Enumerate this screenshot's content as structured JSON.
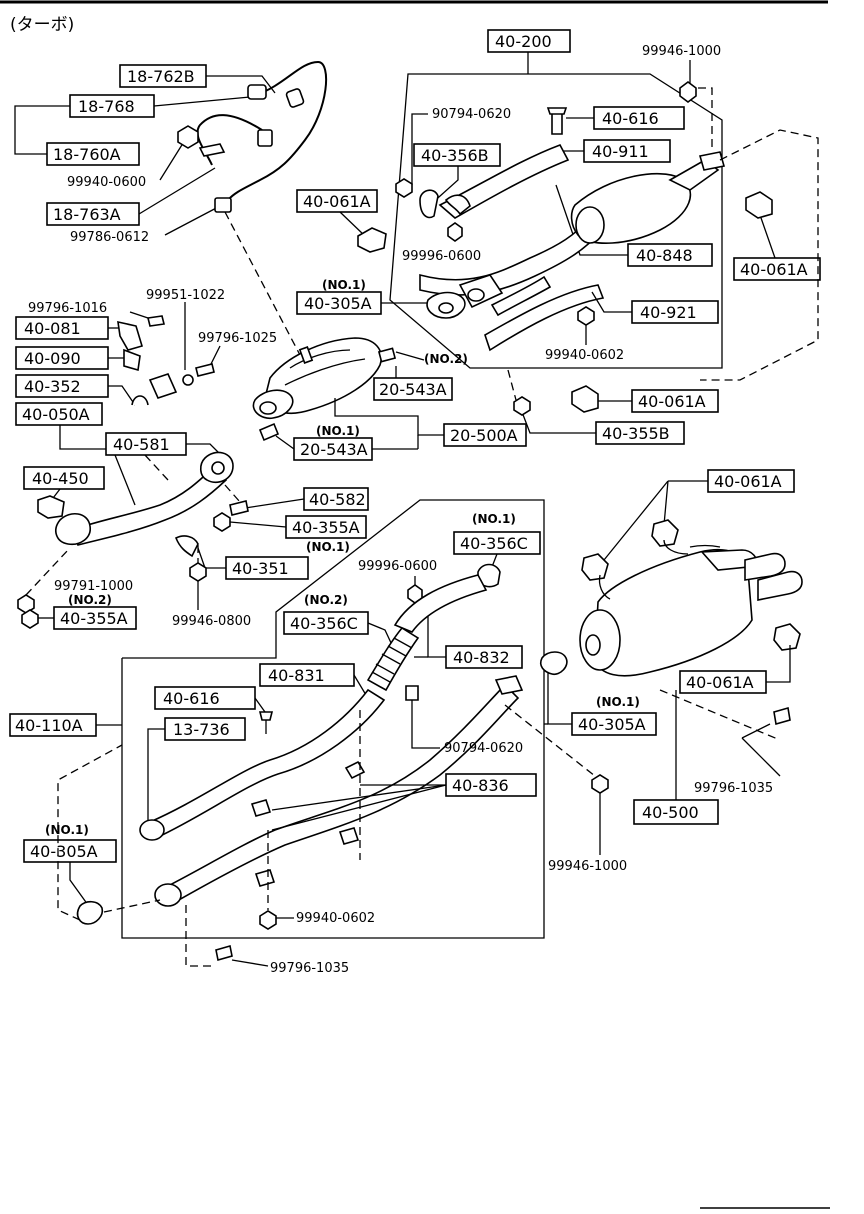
{
  "title": "(ターボ)",
  "labels": {
    "l_18_762B": "18-762B",
    "l_18_768": "18-768",
    "l_18_760A": "18-760A",
    "l_99940_0600": "99940-0600",
    "l_18_763A": "18-763A",
    "l_99786_0612": "99786-0612",
    "l_40_200": "40-200",
    "l_99946_1000_top": "99946-1000",
    "l_90794_0620_top": "90794-0620",
    "l_40_616_top": "40-616",
    "l_40_356B": "40-356B",
    "l_40_911": "40-911",
    "l_40_061A_1": "40-061A",
    "l_99996_0600_top": "99996-0600",
    "l_40_848": "40-848",
    "l_40_061A_2": "40-061A",
    "l_no1_a": "(NO.1)",
    "l_40_305A_1": "40-305A",
    "l_40_921": "40-921",
    "l_99796_1016": "99796-1016",
    "l_99951_1022": "99951-1022",
    "l_40_081": "40-081",
    "l_99796_1025": "99796-1025",
    "l_40_090": "40-090",
    "l_no2_a": "(NO.2)",
    "l_99940_0602_top": "99940-0602",
    "l_40_352": "40-352",
    "l_20_543A_1": "20-543A",
    "l_40_050A": "40-050A",
    "l_40_061A_3": "40-061A",
    "l_40_355B": "40-355B",
    "l_no1_b": "(NO.1)",
    "l_20_500A": "20-500A",
    "l_40_581": "40-581",
    "l_20_543A_2": "20-543A",
    "l_40_061A_4": "40-061A",
    "l_40_450": "40-450",
    "l_40_582": "40-582",
    "l_no1_c": "(NO.1)",
    "l_40_355A_1": "40-355A",
    "l_40_356C_1": "40-356C",
    "l_no1_d": "(NO.1)",
    "l_40_351": "40-351",
    "l_99996_0600_mid": "99996-0600",
    "l_99791_1000": "99791-1000",
    "l_no2_b": "(NO.2)",
    "l_40_355A_2": "40-355A",
    "l_99946_0800": "99946-0800",
    "l_no2_c": "(NO.2)",
    "l_40_356C_2": "40-356C",
    "l_40_832": "40-832",
    "l_40_831": "40-831",
    "l_40_061A_5": "40-061A",
    "l_40_616_mid": "40-616",
    "l_no1_e": "(NO.1)",
    "l_40_110A": "40-110A",
    "l_13_736": "13-736",
    "l_40_305A_2": "40-305A",
    "l_90794_0620_mid": "90794-0620",
    "l_40_836": "40-836",
    "l_99796_1035_r": "99796-1035",
    "l_40_500": "40-500",
    "l_no1_f": "(NO.1)",
    "l_40_305A_3": "40-305A",
    "l_99946_1000_bot": "99946-1000",
    "l_99940_0602_bot": "99940-0602",
    "l_99796_1035_bot": "99796-1035"
  }
}
